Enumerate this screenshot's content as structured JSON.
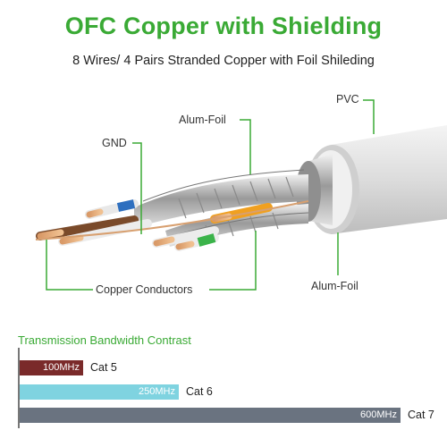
{
  "header": {
    "title": "OFC Copper with Shielding",
    "subtitle": "8 Wires/ 4 Pairs Stranded Copper with Foil Shileding"
  },
  "callouts": {
    "pvc": "PVC",
    "alum_foil_top": "Alum-Foil",
    "gnd": "GND",
    "copper_conductors": "Copper Conductors",
    "alum_foil_bottom": "Alum-Foil"
  },
  "colors": {
    "accent_green": "#3aaa35",
    "cat5_bar": "#7a2a2a",
    "cat6_bar": "#7fd3e0",
    "cat7_bar": "#6a7380"
  },
  "bandwidth": {
    "title": "Transmission Bandwidth Contrast",
    "rows": [
      {
        "value_label": "100MHz",
        "category": "Cat 5",
        "mhz": 100
      },
      {
        "value_label": "250MHz",
        "category": "Cat 6",
        "mhz": 250
      },
      {
        "value_label": "600MHz",
        "category": "Cat 7",
        "mhz": 600
      }
    ]
  }
}
